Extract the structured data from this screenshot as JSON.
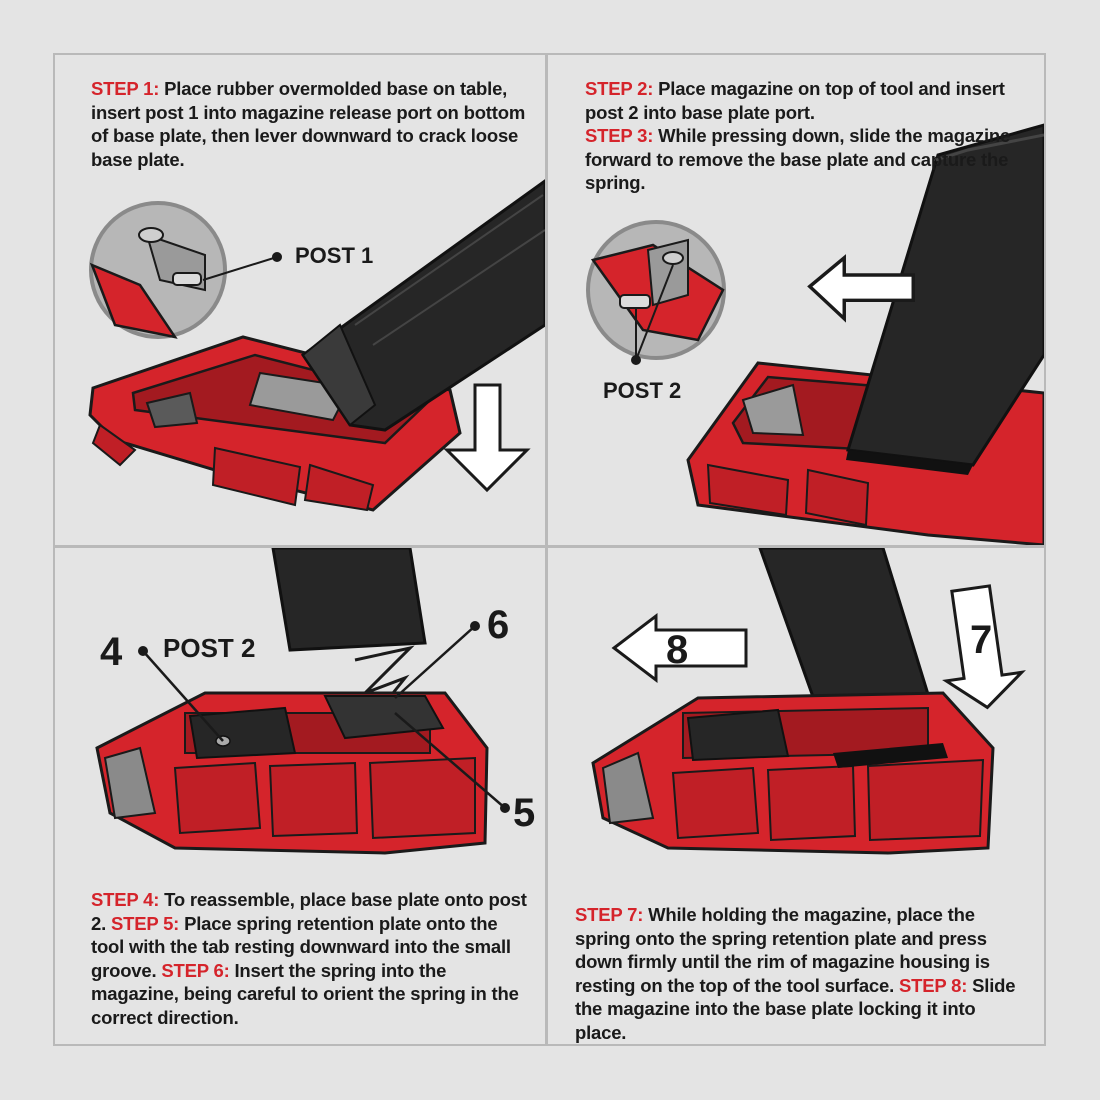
{
  "colors": {
    "background": "#e4e4e4",
    "tool_red": "#d5242b",
    "tool_red_dark": "#a31a20",
    "magazine_black": "#262626",
    "step_label_red": "#d5242b",
    "text": "#1a1a1a",
    "panel_border": "#b9b9b9"
  },
  "panels": [
    {
      "paragraphs": [
        {
          "step": "STEP 1:",
          "text": " Place rubber overmolded base on table, insert post 1 into magazine release port on bottom of base plate, then lever downward to crack loose base plate."
        }
      ],
      "callouts": [
        "POST 1"
      ]
    },
    {
      "paragraphs": [
        {
          "step": "STEP 2:",
          "text": " Place magazine on top of tool and insert post 2 into base plate port."
        },
        {
          "step": "STEP 3:",
          "text": " While pressing down, slide the magazine forward to remove the base plate and capture the spring."
        }
      ],
      "callouts": [
        "POST 2"
      ]
    },
    {
      "paragraphs": [
        {
          "step": "STEP 4:",
          "text": " To reassemble, place base plate onto post 2. ",
          "step2": "STEP 5:",
          "text2": " Place spring retention plate onto the tool with the tab resting downward into the small groove. ",
          "step3": "STEP 6:",
          "text3": " Insert the spring into the magazine, being careful to orient the spring in the correct direction."
        }
      ],
      "callouts": [
        "4",
        "POST 2",
        "6",
        "5"
      ]
    },
    {
      "paragraphs": [
        {
          "step": "STEP 7:",
          "text": " While holding the magazine, place the spring onto the spring retention plate and press down firmly until the rim of magazine housing is resting on the top of the tool surface. ",
          "step2": "STEP 8:",
          "text2": " Slide the magazine into the base plate locking it into place."
        }
      ],
      "callouts": [
        "8",
        "7"
      ]
    }
  ]
}
